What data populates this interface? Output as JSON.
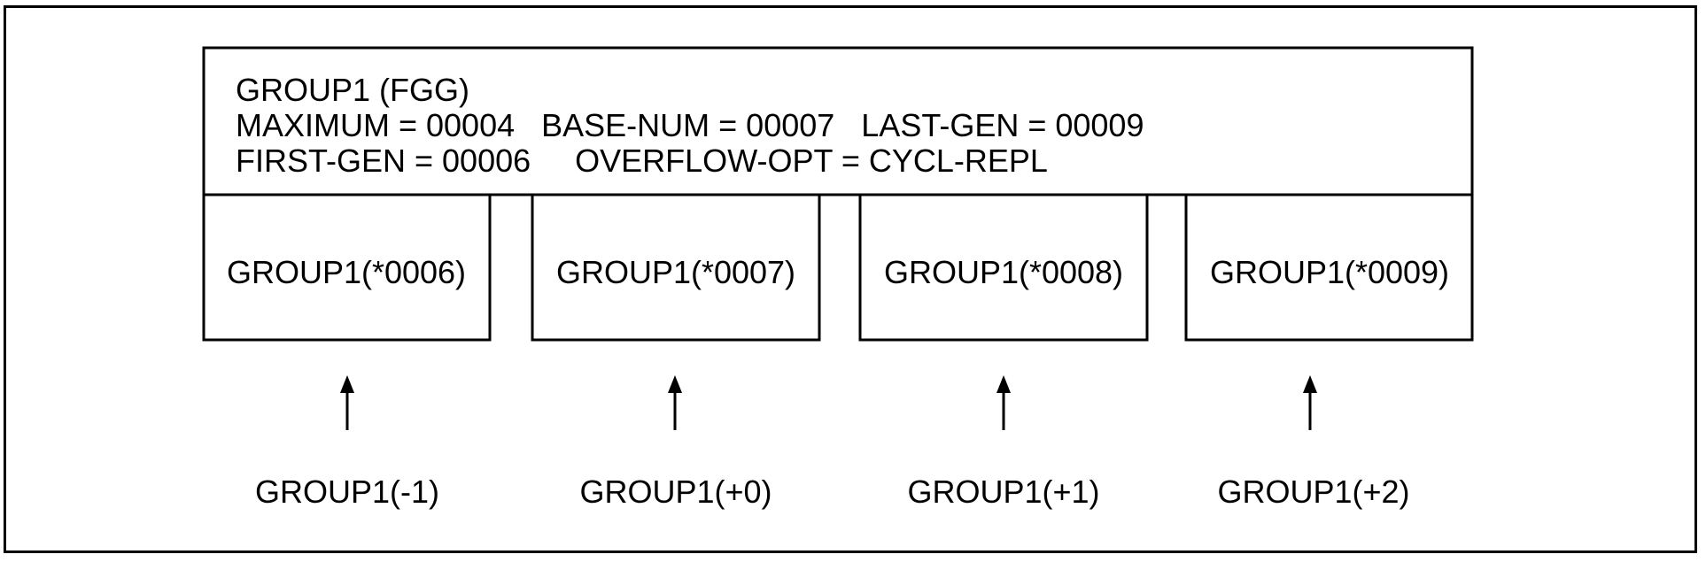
{
  "header": {
    "title": "GROUP1 (FGG)",
    "line2": "MAXIMUM = 00004   BASE-NUM = 00007   LAST-GEN = 00009",
    "line3": "FIRST-GEN = 00006     OVERFLOW-OPT = CYCL-REPL"
  },
  "generations": [
    {
      "name": "GROUP1(*0006)",
      "relative": "GROUP1(-1)"
    },
    {
      "name": "GROUP1(*0007)",
      "relative": "GROUP1(+0)"
    },
    {
      "name": "GROUP1(*0008)",
      "relative": "GROUP1(+1)"
    },
    {
      "name": "GROUP1(*0009)",
      "relative": "GROUP1(+2)"
    }
  ],
  "icons": {
    "arrow": "up-arrow-icon"
  }
}
